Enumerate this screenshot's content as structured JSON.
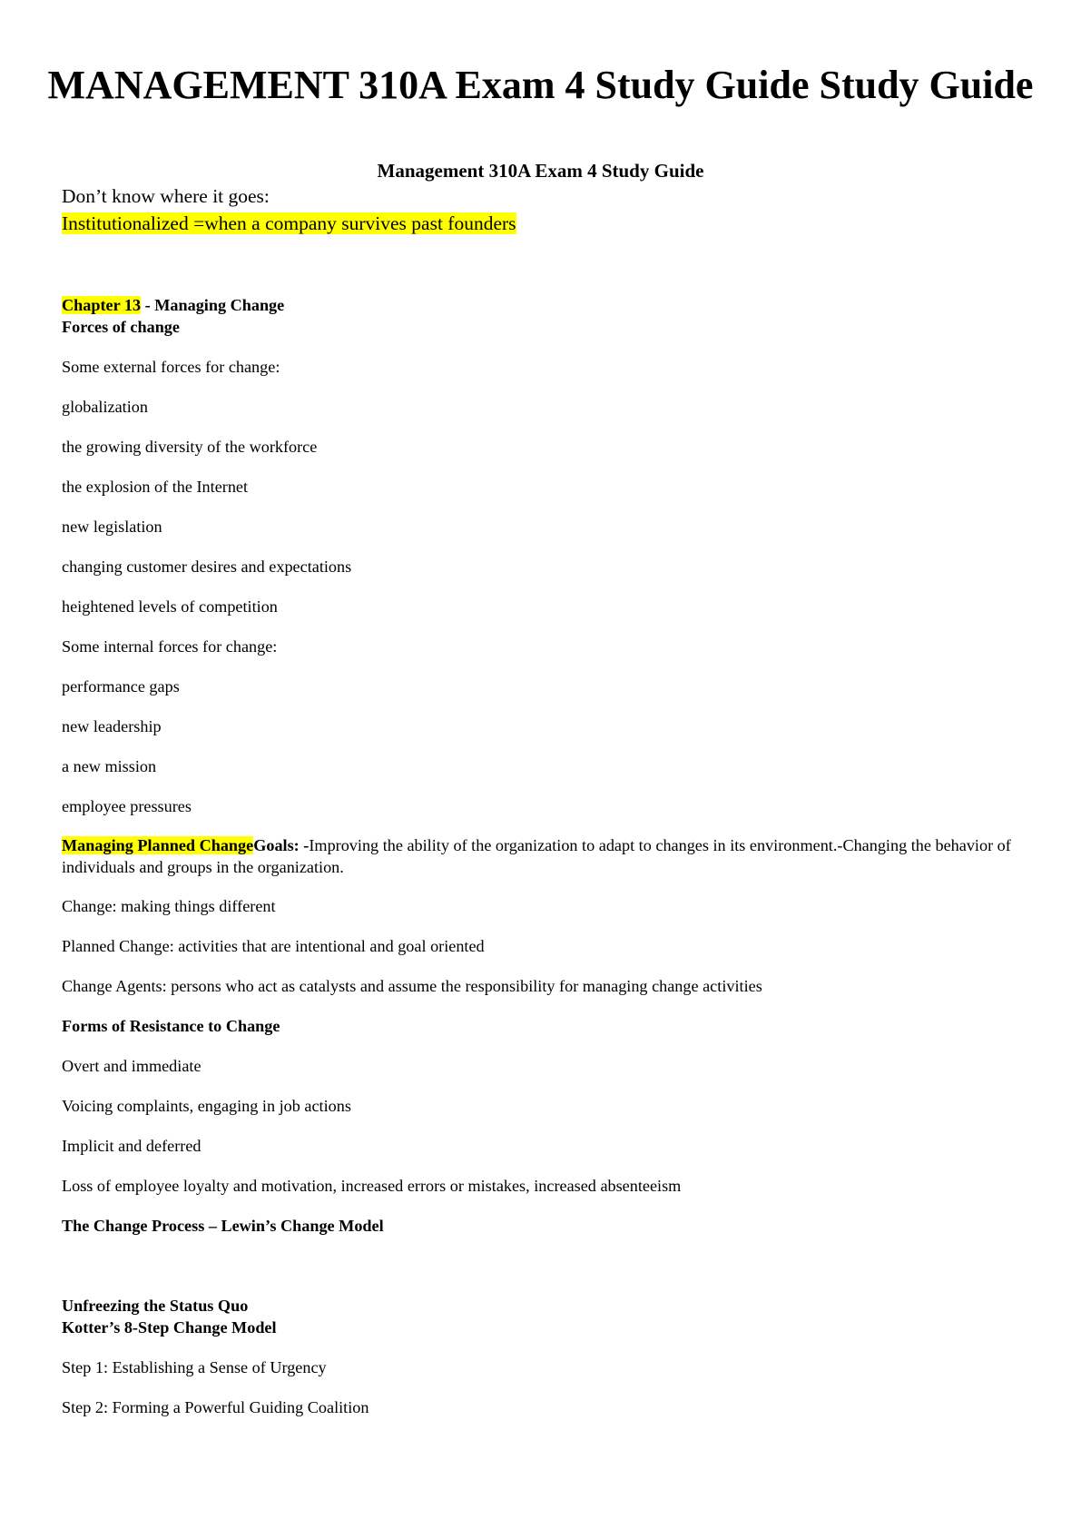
{
  "title": "MANAGEMENT 310A Exam 4 Study Guide Study Guide",
  "subtitle": "Management 310A Exam 4 Study Guide",
  "intro": {
    "line1": "Don’t know where it goes:",
    "line2": "Institutionalized  =when a company survives past founders"
  },
  "chapter": {
    "label": "Chapter 13",
    "title_rest": " - Managing Change",
    "subheading": "Forces of change"
  },
  "external": {
    "heading": "Some external forces for change:",
    "items": [
      "globalization",
      "the growing diversity of the workforce",
      "the explosion of the Internet",
      "new legislation",
      "changing customer desires and expectations",
      "heightened levels of competition"
    ]
  },
  "internal": {
    "heading": "Some internal forces for change:",
    "items": [
      "performance gaps",
      "new leadership",
      "a new mission",
      "employee pressures"
    ]
  },
  "planned": {
    "label": "Managing Planned Change",
    "goals_label": "Goals: -",
    "goals_text": "Improving the ability of the organization to adapt to changes in its environment.-Changing the behavior of individuals and groups in the organization."
  },
  "definitions": [
    "Change: making things different",
    "Planned Change: activities that are intentional and goal oriented",
    "Change Agents: persons who act as catalysts and assume the responsibility for managing change activities"
  ],
  "resistance": {
    "heading": "Forms of Resistance to Change",
    "items": [
      "Overt and immediate",
      "Voicing complaints, engaging in job actions",
      "Implicit and deferred",
      "Loss of employee loyalty and motivation, increased errors or mistakes, increased absenteeism"
    ]
  },
  "process": {
    "heading": "The Change Process – Lewin’s Change Model",
    "unfreezing": "Unfreezing the Status Quo",
    "kotter": "Kotter’s 8-Step Change Model",
    "steps": [
      "Step 1: Establishing a Sense of Urgency",
      "Step 2: Forming a Powerful Guiding Coalition"
    ]
  }
}
